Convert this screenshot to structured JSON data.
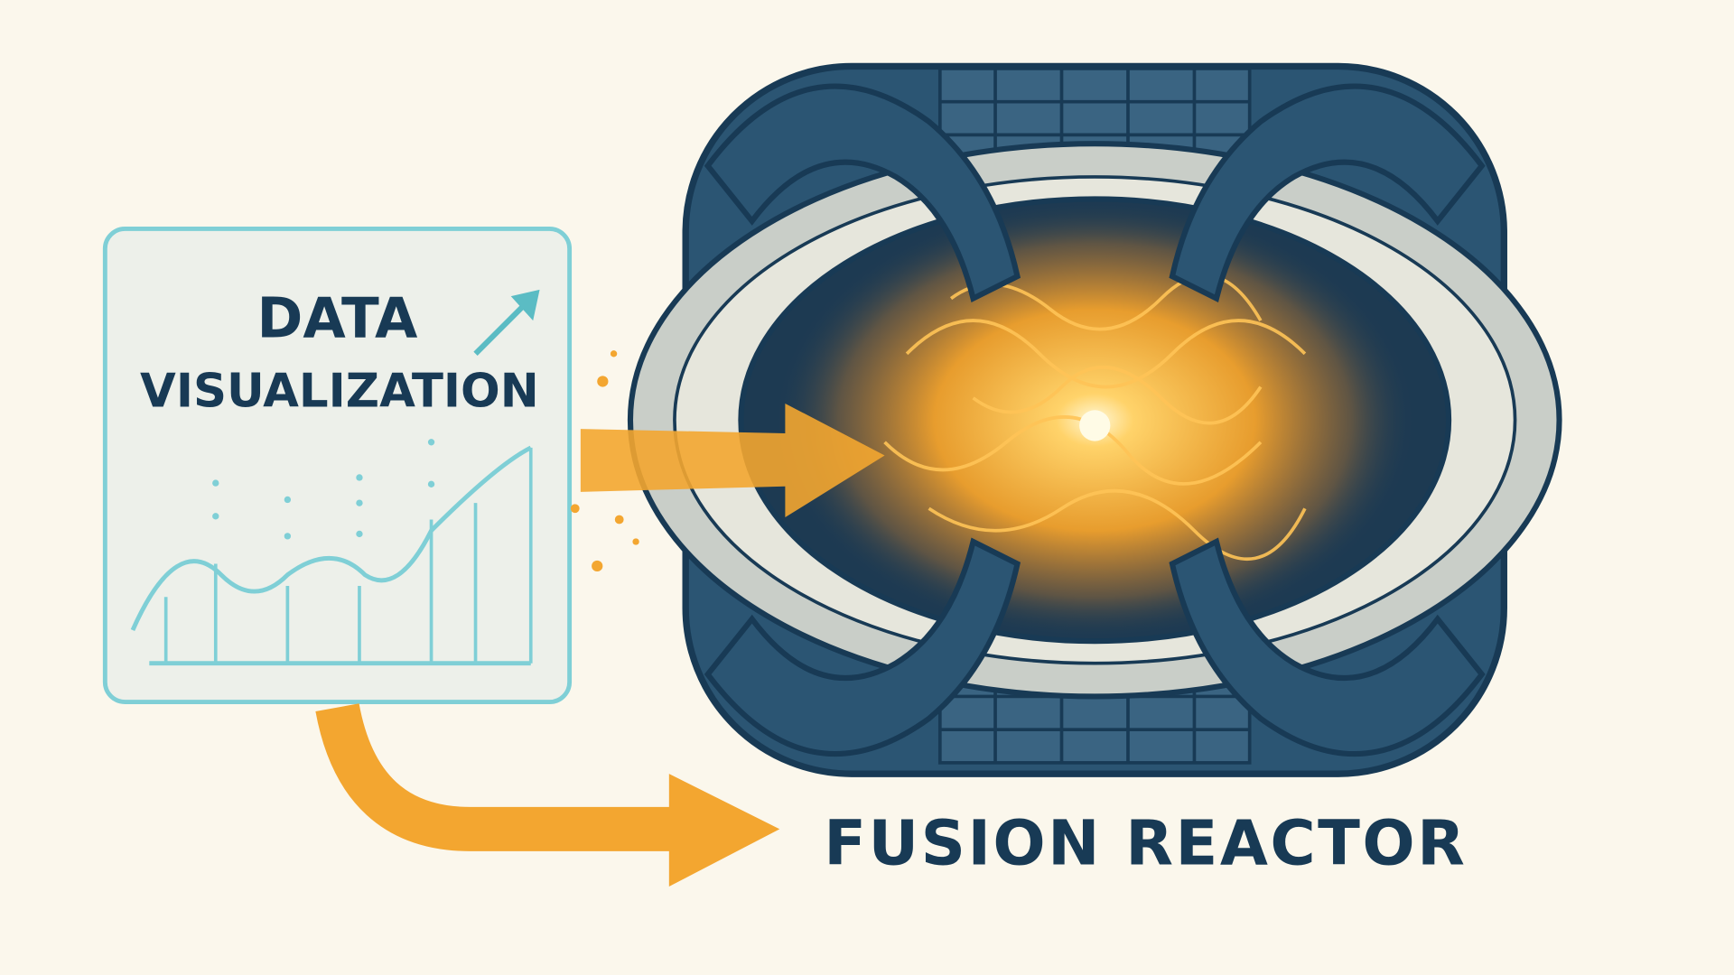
{
  "card": {
    "title_line1": "DATA",
    "title_line2": "VISUALIZATION"
  },
  "reactor_label": "FUSION REACTOR",
  "colors": {
    "background": "#fbf7ec",
    "navy": "#183a55",
    "reactor_blue": "#2b5573",
    "teal": "#7fcfd6",
    "orange": "#f3a630",
    "ring_grey": "#c9cec8"
  },
  "icons": [
    "trend-arrow-icon",
    "line-chart-icon",
    "flow-arrow-icon",
    "fusion-reactor-icon"
  ]
}
